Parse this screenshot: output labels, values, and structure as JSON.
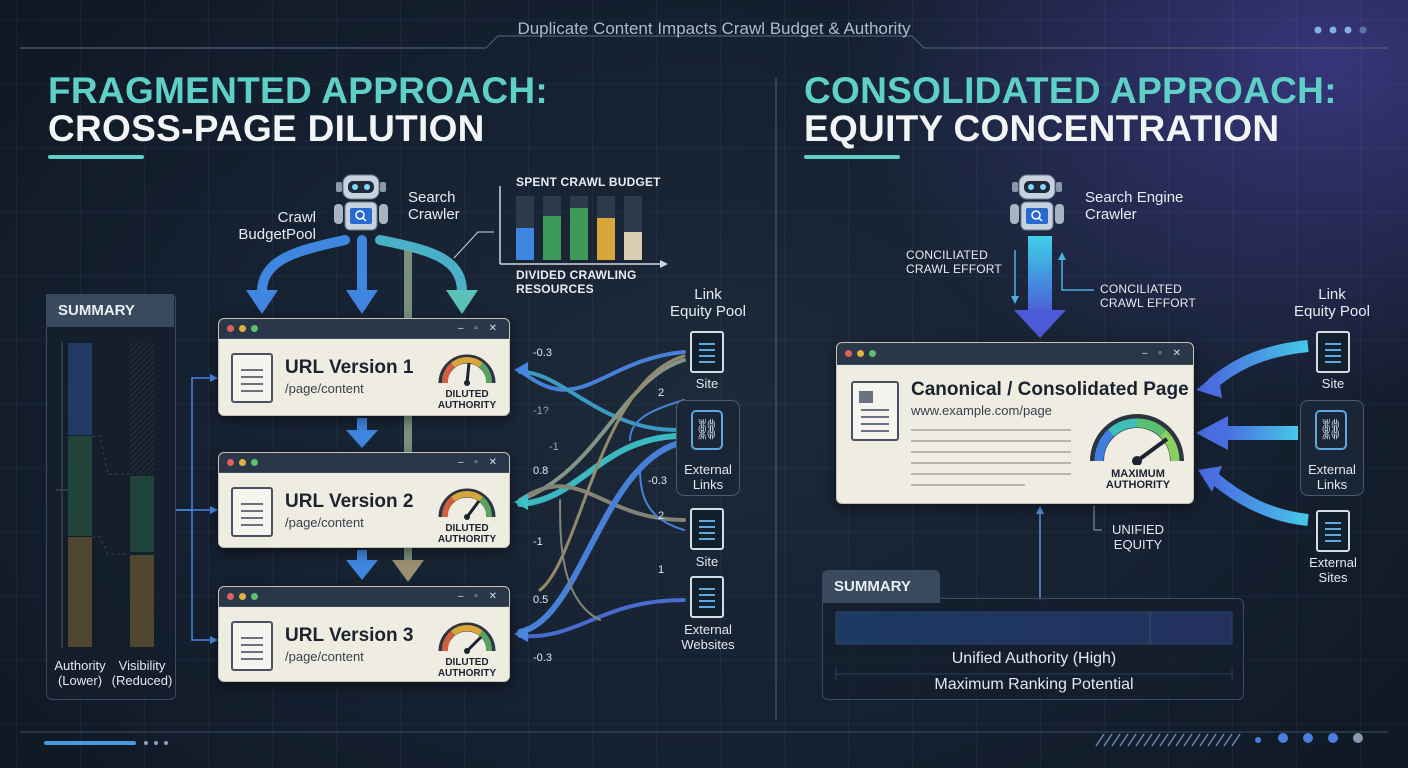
{
  "header": {
    "title": "Duplicate Content Impacts Crawl Budget & Authority"
  },
  "left": {
    "heading_line1": "FRAGMENTED APPROACH:",
    "heading_line2": "CROSS-PAGE DILUTION",
    "crawl_pool_label": "Crawl\nBudgetPool",
    "crawler_label": "Search\nCrawler",
    "spent_budget_title": "SPENT CRAWL BUDGET",
    "divided_resources": "DIVIDED CRAWLING\nRESOURCES",
    "link_pool_label": "Link\nEquity Pool",
    "summary": {
      "tab": "SUMMARY",
      "authority_label": "Authority\n(Lower)",
      "visibility_label": "Visibility\n(Reduced)"
    },
    "pages": [
      {
        "title": "URL Version 1",
        "path": "/page/content",
        "gauge_label": "DILUTED\nAUTHORITY"
      },
      {
        "title": "URL Version 2",
        "path": "/page/content",
        "gauge_label": "DILUTED\nAUTHORITY"
      },
      {
        "title": "URL Version 3",
        "path": "/page/content",
        "gauge_label": "DILUTED\nAUTHORITY"
      }
    ],
    "sources": [
      {
        "label": "Site"
      },
      {
        "label": "External\nLinks"
      },
      {
        "label": "Site"
      },
      {
        "label": "External\nWebsites"
      }
    ],
    "flow_values": [
      "-0.3",
      "2",
      "-1?",
      "-1",
      "0.8",
      "-0.3",
      "2",
      "-1",
      "1",
      "0.5",
      "-0.3"
    ]
  },
  "right": {
    "heading_line1": "CONSOLIDATED APPROACH:",
    "heading_line2": "EQUITY CONCENTRATION",
    "crawler_label": "Search Engine\nCrawler",
    "effort_left": "CONCILIATED\nCRAWL EFFORT",
    "effort_right": "CONCILIATED\nCRAWL EFFORT",
    "link_pool_label": "Link\nEquity Pool",
    "page": {
      "title": "Canonical / Consolidated Page",
      "path": "www.example.com/page",
      "gauge_label": "MAXIMUM\nAUTHORITY"
    },
    "unified_equity": "UNIFIED\nEQUITY",
    "sources": [
      {
        "label": "Site"
      },
      {
        "label": "External\nLinks"
      },
      {
        "label": "External\nSites"
      }
    ],
    "summary": {
      "tab": "SUMMARY",
      "line1": "Unified Authority (High)",
      "line2": "Maximum Ranking Potential"
    }
  },
  "colors": {
    "teal": "#5fd0c8",
    "blue": "#3f7fe0",
    "green": "#3e9a5a",
    "gold": "#d9a63a",
    "beige": "#d8cdb2",
    "indigo": "#5a5fd0"
  }
}
